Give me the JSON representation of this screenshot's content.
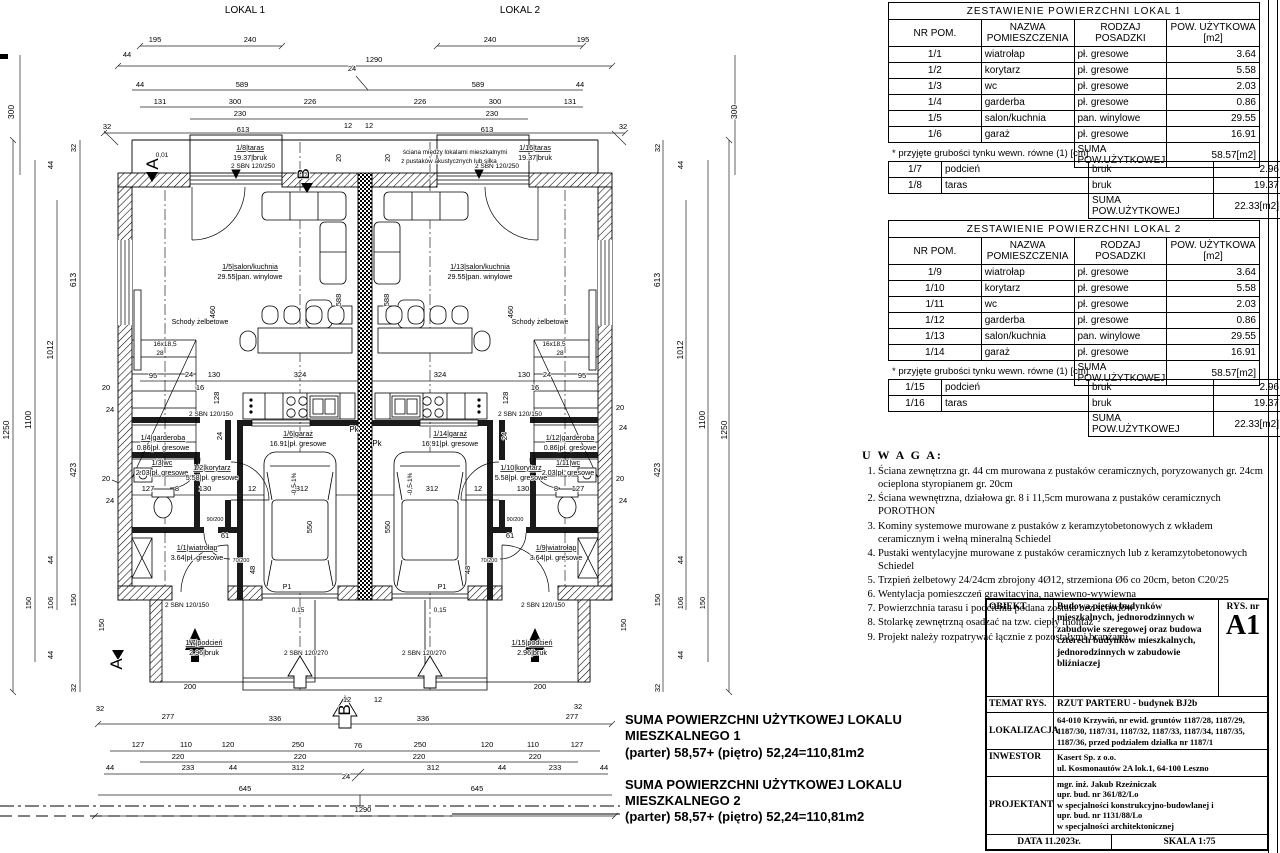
{
  "accent_color": "#000000",
  "plan": {
    "lokal1": "LOKAL 1",
    "lokal2": "LOKAL 2",
    "wall_note_1": "ściana między lokalami mieszkalnymi",
    "wall_note_2": "z pustaków akustycznych lub silka",
    "dim_labels": [
      [
        "195",
        155,
        42
      ],
      [
        "240",
        250,
        42
      ],
      [
        "240",
        490,
        42
      ],
      [
        "195",
        583,
        42
      ],
      [
        "44",
        127,
        57
      ],
      [
        "24",
        352,
        71
      ],
      [
        "1290",
        374,
        62
      ],
      [
        "44",
        140,
        87
      ],
      [
        "589",
        242,
        87
      ],
      [
        "589",
        478,
        87
      ],
      [
        "44",
        580,
        87
      ],
      [
        "131",
        160,
        104
      ],
      [
        "300",
        235,
        104
      ],
      [
        "226",
        310,
        104
      ],
      [
        "226",
        420,
        104
      ],
      [
        "300",
        495,
        104
      ],
      [
        "131",
        570,
        104
      ],
      [
        "230",
        240,
        116
      ],
      [
        "230",
        492,
        116
      ],
      [
        "32",
        107,
        129
      ],
      [
        "613",
        243,
        132
      ],
      [
        "12",
        348,
        128
      ],
      [
        "12",
        369,
        128
      ],
      [
        "613",
        487,
        132
      ],
      [
        "32",
        623,
        129
      ],
      [
        "20",
        341,
        158,
        7,
        1
      ],
      [
        "20",
        390,
        158,
        7,
        1
      ],
      [
        "588",
        341,
        300,
        7.5,
        1
      ],
      [
        "588",
        389,
        300,
        7.5,
        1
      ],
      [
        "460",
        215,
        312,
        7.5,
        1
      ],
      [
        "460",
        513,
        312,
        7.5,
        1
      ],
      [
        "95",
        153,
        378
      ],
      [
        "24",
        189,
        377
      ],
      [
        "130",
        214,
        377
      ],
      [
        "324",
        300,
        377
      ],
      [
        "324",
        440,
        377
      ],
      [
        "130",
        524,
        377
      ],
      [
        "24",
        547,
        377
      ],
      [
        "95",
        582,
        378
      ],
      [
        "16",
        200,
        390
      ],
      [
        "16",
        535,
        390
      ],
      [
        "128",
        219,
        398,
        7.5,
        1
      ],
      [
        "128",
        508,
        398,
        7.5,
        1
      ],
      [
        "24",
        222,
        436,
        7.5,
        1
      ],
      [
        "24",
        507,
        436,
        7.5,
        1
      ],
      [
        "20",
        106,
        390
      ],
      [
        "24",
        110,
        412
      ],
      [
        "20",
        620,
        410
      ],
      [
        "24",
        623,
        430
      ],
      [
        "20",
        106,
        481
      ],
      [
        "24",
        110,
        503
      ],
      [
        "20",
        620,
        481
      ],
      [
        "24",
        623,
        503
      ],
      [
        "127",
        148,
        491
      ],
      [
        "8",
        177,
        491
      ],
      [
        "130",
        205,
        491
      ],
      [
        "12",
        252,
        491
      ],
      [
        "312",
        302,
        491
      ],
      [
        "312",
        432,
        491
      ],
      [
        "12",
        478,
        491
      ],
      [
        "130",
        523,
        491
      ],
      [
        "8",
        556,
        491
      ],
      [
        "127",
        578,
        491
      ],
      [
        "550",
        312,
        527,
        7.5,
        1
      ],
      [
        "550",
        390,
        527,
        7.5,
        1
      ],
      [
        "61",
        225,
        538
      ],
      [
        "61",
        510,
        538
      ],
      [
        "48",
        255,
        570,
        7.5,
        1
      ],
      [
        "48",
        470,
        570,
        7.5,
        1
      ],
      [
        "150",
        104,
        625,
        7.5,
        1
      ],
      [
        "150",
        626,
        625,
        7.5,
        1
      ],
      [
        "200",
        190,
        689
      ],
      [
        "200",
        540,
        689
      ],
      [
        "12",
        347,
        702
      ],
      [
        "12",
        378,
        702
      ],
      [
        "32",
        100,
        711
      ],
      [
        "277",
        168,
        719
      ],
      [
        "336",
        275,
        721
      ],
      [
        "336",
        423,
        721
      ],
      [
        "277",
        572,
        719
      ],
      [
        "32",
        578,
        709
      ],
      [
        "127",
        138,
        747
      ],
      [
        "110",
        186,
        747
      ],
      [
        "120",
        228,
        747
      ],
      [
        "250",
        298,
        747
      ],
      [
        "76",
        358,
        748
      ],
      [
        "250",
        420,
        747
      ],
      [
        "120",
        487,
        747
      ],
      [
        "110",
        533,
        747
      ],
      [
        "127",
        577,
        747
      ],
      [
        "220",
        178,
        759
      ],
      [
        "220",
        300,
        759
      ],
      [
        "220",
        419,
        759
      ],
      [
        "220",
        535,
        759
      ],
      [
        "44",
        110,
        770
      ],
      [
        "233",
        188,
        770
      ],
      [
        "44",
        233,
        770
      ],
      [
        "312",
        298,
        770
      ],
      [
        "24",
        346,
        779
      ],
      [
        "312",
        433,
        770
      ],
      [
        "44",
        502,
        770
      ],
      [
        "233",
        555,
        770
      ],
      [
        "44",
        604,
        770
      ],
      [
        "645",
        245,
        791
      ],
      [
        "645",
        477,
        791
      ],
      [
        "1290",
        363,
        812
      ],
      [
        "300",
        14,
        112,
        8.5,
        1
      ],
      [
        "1250",
        9,
        430,
        8.5,
        1
      ],
      [
        "1100",
        31,
        420,
        8.5,
        1
      ],
      [
        "1012",
        53,
        350,
        8.5,
        1
      ],
      [
        "613",
        76,
        280,
        8.5,
        1
      ],
      [
        "423",
        76,
        470,
        8.5,
        1
      ],
      [
        "32",
        76,
        148,
        7.5,
        1
      ],
      [
        "44",
        53,
        165,
        7.5,
        1
      ],
      [
        "44",
        53,
        560,
        7.5,
        1
      ],
      [
        "150",
        76,
        600,
        7.5,
        1
      ],
      [
        "106",
        53,
        603,
        7.5,
        1
      ],
      [
        "150",
        31,
        603,
        7.5,
        1
      ],
      [
        "44",
        53,
        655,
        7.5,
        1
      ],
      [
        "32",
        76,
        688,
        7.5,
        1
      ],
      [
        "300",
        737,
        112,
        8.5,
        1
      ],
      [
        "1250",
        727,
        430,
        8.5,
        1
      ],
      [
        "1100",
        705,
        420,
        8.5,
        1
      ],
      [
        "1012",
        683,
        350,
        8.5,
        1
      ],
      [
        "613",
        660,
        280,
        8.5,
        1
      ],
      [
        "423",
        660,
        470,
        8.5,
        1
      ],
      [
        "32",
        660,
        148,
        7.5,
        1
      ],
      [
        "44",
        683,
        165,
        7.5,
        1
      ],
      [
        "44",
        683,
        560,
        7.5,
        1
      ],
      [
        "150",
        660,
        600,
        7.5,
        1
      ],
      [
        "106",
        683,
        603,
        7.5,
        1
      ],
      [
        "150",
        705,
        603,
        7.5,
        1
      ],
      [
        "44",
        683,
        655,
        7.5,
        1
      ],
      [
        "32",
        660,
        688,
        7.5,
        1
      ]
    ],
    "labels": [
      [
        "LOKAL 1",
        245,
        13,
        10
      ],
      [
        "LOKAL 2",
        520,
        13,
        10
      ],
      [
        "0,01",
        162,
        157,
        6.5
      ],
      [
        "0,15",
        298,
        612,
        6.5
      ],
      [
        "0,15",
        440,
        612,
        6.5
      ],
      [
        "2 SBN 120/250",
        253,
        168,
        6.5
      ],
      [
        "2 SBN 120/250",
        497,
        168,
        6.5
      ],
      [
        "2 SBN 120/150",
        211,
        416,
        6.5
      ],
      [
        "2 SBN 120/150",
        520,
        416,
        6.5
      ],
      [
        "2 SBN 120/150",
        187,
        607,
        6.5
      ],
      [
        "2 SBN 120/150",
        543,
        607,
        6.5
      ],
      [
        "2 SBN 120/270",
        306,
        655,
        6.5
      ],
      [
        "2 SBN 120/270",
        424,
        655,
        6.5
      ],
      [
        "-0,5-1%",
        296,
        484,
        6.5,
        1
      ],
      [
        "-0,5-1%",
        412,
        484,
        6.5,
        1
      ],
      [
        "P1",
        287,
        589,
        7
      ],
      [
        "P1",
        442,
        589,
        7
      ],
      [
        "Pk",
        354,
        432,
        8
      ],
      [
        "Pk",
        377,
        446,
        8
      ],
      [
        "90/200",
        215,
        521,
        5.5
      ],
      [
        "70/200",
        241,
        562,
        5.5
      ],
      [
        "90/200",
        515,
        521,
        5.5
      ],
      [
        "70/200",
        489,
        562,
        5.5
      ],
      [
        "16x18,5",
        165,
        346,
        6.5
      ],
      [
        "28",
        160,
        355,
        6.5
      ],
      [
        "16x18,5",
        554,
        346,
        6.5
      ],
      [
        "28",
        560,
        355,
        6.5
      ],
      [
        "Schody żelbetowe",
        200,
        324,
        7
      ],
      [
        "Schody żelbetowe",
        540,
        324,
        7
      ],
      [
        "ściana między lokalami mieszkalnymi",
        455,
        154,
        6.3
      ],
      [
        "z pustaków akustycznych lub silka",
        449,
        163,
        6.3
      ],
      [
        "A",
        158,
        164,
        17,
        1
      ],
      [
        "B",
        309,
        174,
        17,
        1
      ],
      [
        "A",
        122,
        664,
        17,
        1
      ],
      [
        "B",
        350,
        710,
        17,
        1
      ]
    ],
    "room_labels": [
      [
        250,
        150,
        "1/8|taras",
        "19.37|bruk"
      ],
      [
        535,
        150,
        "1/16|taras",
        "19.37|bruk"
      ],
      [
        250,
        269,
        "1/5|salon/kuchnia",
        "29.55|pan. winylowe"
      ],
      [
        480,
        269,
        "1/13|salon/kuchnia",
        "29.55|pan. winylowe"
      ],
      [
        298,
        436,
        "1/6|garaż",
        "16.91|pł. gresowe"
      ],
      [
        450,
        436,
        "1/14|garaż",
        "16.91|pł. gresowe"
      ],
      [
        163,
        440,
        "1/4|garderoba",
        "0.86|pł. gresowe"
      ],
      [
        570,
        440,
        "1/12|garderoba",
        "0.86|pł. gresowe"
      ],
      [
        162,
        465,
        "1/3|wc",
        "2.03|pł. gresowe"
      ],
      [
        568,
        465,
        "1/11|wc",
        "2.03|pł. gresowe"
      ],
      [
        212,
        470,
        "1/2|korytarz",
        "5.58|pł. gresowe"
      ],
      [
        521,
        470,
        "1/10|korytarz",
        "5.58|pł. gresowe"
      ],
      [
        197,
        550,
        "1/1|wiatrołap",
        "3.64|pł. gresowe"
      ],
      [
        556,
        550,
        "1/9|wiatrołap",
        "3.64|pł. gresowe"
      ],
      [
        204,
        645,
        "1/7|podcień",
        "2.96|bruk"
      ],
      [
        532,
        645,
        "1/15|podcień",
        "2.96|bruk"
      ]
    ]
  },
  "headers": {
    "nr": "NR POM.",
    "nazwa": "NAZWA POMIESZCZENIA",
    "rodzaj": "RODZAJ POSADZKI",
    "pow": "POW. UŻYTKOWA",
    "unit": "[m2]"
  },
  "tables": [
    {
      "title": "ZESTAWIENIE POWIERZCHNI LOKAL 1",
      "rows": [
        {
          "nr": "1/1",
          "nazwa": "wiatrołap",
          "rodzaj": "pł. gresowe",
          "pow": "3.64"
        },
        {
          "nr": "1/2",
          "nazwa": "korytarz",
          "rodzaj": "pł. gresowe",
          "pow": "5.58"
        },
        {
          "nr": "1/3",
          "nazwa": "wc",
          "rodzaj": "pł. gresowe",
          "pow": "2.03"
        },
        {
          "nr": "1/4",
          "nazwa": "garderba",
          "rodzaj": "pł. gresowe",
          "pow": "0.86"
        },
        {
          "nr": "1/5",
          "nazwa": "salon/kuchnia",
          "rodzaj": "pan. winylowe",
          "pow": "29.55"
        },
        {
          "nr": "1/6",
          "nazwa": "garaż",
          "rodzaj": "pł. gresowe",
          "pow": "16.91"
        }
      ],
      "suma_label": "SUMA POW.UŻYTKOWEJ",
      "suma_value": "58.57[m2]",
      "footnote": "* przyjęte grubości tynku wewn. równe (1) [cm]",
      "extra_rows": [
        {
          "nr": "1/7",
          "nazwa": "podcień",
          "rodzaj": "bruk",
          "pow": "2.96"
        },
        {
          "nr": "1/8",
          "nazwa": "taras",
          "rodzaj": "bruk",
          "pow": "19.37"
        }
      ],
      "extra_suma_label": "SUMA POW.UŻYTKOWEJ",
      "extra_suma_value": "22.33[m2]"
    },
    {
      "title": "ZESTAWIENIE POWIERZCHNI LOKAL 2",
      "rows": [
        {
          "nr": "1/9",
          "nazwa": "wiatrołap",
          "rodzaj": "pł. gresowe",
          "pow": "3.64"
        },
        {
          "nr": "1/10",
          "nazwa": "korytarz",
          "rodzaj": "pł. gresowe",
          "pow": "5.58"
        },
        {
          "nr": "1/11",
          "nazwa": "wc",
          "rodzaj": "pł. gresowe",
          "pow": "2.03"
        },
        {
          "nr": "1/12",
          "nazwa": "garderba",
          "rodzaj": "pł. gresowe",
          "pow": "0.86"
        },
        {
          "nr": "1/13",
          "nazwa": "salon/kuchnia",
          "rodzaj": "pan. winylowe",
          "pow": "29.55"
        },
        {
          "nr": "1/14",
          "nazwa": "garaż",
          "rodzaj": "pł. gresowe",
          "pow": "16.91"
        }
      ],
      "suma_label": "SUMA POW.UŻYTKOWEJ",
      "suma_value": "58.57[m2]",
      "footnote": "* przyjęte grubości tynku wewn. równe (1) [cm]",
      "extra_rows": [
        {
          "nr": "1/15",
          "nazwa": "podcień",
          "rodzaj": "bruk",
          "pow": "2.96"
        },
        {
          "nr": "1/16",
          "nazwa": "taras",
          "rodzaj": "bruk",
          "pow": "19.37"
        }
      ],
      "extra_suma_label": "SUMA POW.UŻYTKOWEJ",
      "extra_suma_value": "22.33[m2]"
    }
  ],
  "notes": {
    "title": "U W A G A:",
    "items": [
      "Ściana zewnętrzna gr. 44 cm murowana z pustaków ceramicznych, poryzowanych gr. 24cm ocieplona styropianem gr. 20cm",
      "Ściana wewnętrzna, działowa gr.  8 i 11,5cm murowana z pustaków ceramicznych POROTHON",
      "Kominy systemowe murowane z pustaków z keramzytobetonowych z wkładem ceramicznym i wełną mineralną Schiedel",
      "Pustaki wentylacyjne murowane z pustaków ceramicznych lub z keramzytobetonowych Schiedel",
      "Trzpień żelbetowy 24/24cm zbrojony 4Ø12, strzemiona Ø6 co 20cm, beton C20/25",
      "Wentylacja pomieszczeń grawitacyjna, nawiewno-wywiewna",
      "Powierzchnia tarasu i podcienia podana została bez schodów",
      "Stolarkę zewnętrzną osadzać na tzw. ciepły montaż",
      "Projekt należy rozpatrywać łącznie z pozostałymi branżami."
    ]
  },
  "summary": [
    {
      "l1": "SUMA POWIERZCHNI UŻYTKOWEJ LOKALU MIESZKALNEGO 1",
      "l2": "(parter) 58,57+ (piętro) 52,24=110,81m2"
    },
    {
      "l1": "SUMA POWIERZCHNI UŻYTKOWEJ LOKALU MIESZKALNEGO 2",
      "l2": "(parter) 58,57+ (piętro) 52,24=110,81m2"
    }
  ],
  "titleblock": {
    "obiekt_label": "OBIEKT",
    "obiekt_text": "Budowa pięciu budynków mieszkalnych, jednorodzinnych w zabudowie szeregowej oraz budowa czterech budynków mieszkalnych, jednorodzinnych w zabudowie bliźniaczej",
    "rys_label": "RYS. nr",
    "rys_no": "A1",
    "temat_label": "TEMAT RYS.",
    "temat_text": "RZUT PARTERU - budynek BJ2b",
    "lokalizacja_label": "LOKALIZACJA",
    "lokalizacja_text": "64-010 Krzywiń, nr ewid. gruntów 1187/28, 1187/29, 1187/30, 1187/31, 1187/32, 1187/33, 1187/34, 1187/35, 1187/36, przed podziałem działka nr 1187/1",
    "inwestor_label": "INWESTOR",
    "inwestor_lines": [
      "Kasert Sp. z o.o.",
      "ul. Kosmonautów 2A lok.1, 64-100 Leszno"
    ],
    "projektant_label": "PROJEKTANT",
    "projektant_lines": [
      "mgr. inż. Jakub Rzeźniczak",
      "upr. bud. nr 361/82/Lo",
      "w specjalności konstrukcyjno-budowlanej i",
      "upr. bud. nr 1131/88/Lo",
      "w specjalności architektonicznej"
    ],
    "data_text": "DATA 11.2023r.",
    "skala_text": "SKALA 1:75"
  }
}
